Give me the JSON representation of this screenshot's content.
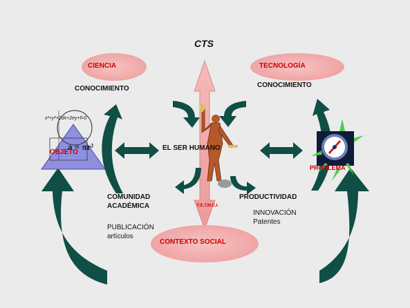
{
  "title": "CTS",
  "nodes": {
    "ciencia": "CIENCIA",
    "tecnologia": "TECNOLOGÍA",
    "contexto_social": "CONTEXTO SOCIAL",
    "objeto": "OBJETO",
    "problema": "PROBLEMA",
    "el_ser_humano": "EL SER HUMANO"
  },
  "labels": {
    "conocimiento_left": "CONOCIMIENTO",
    "conocimiento_right": "CONOCIMIENTO",
    "comunidad_line1": "COMUNIDAD",
    "comunidad_line2": "ACADÉMICA",
    "publicacion_line1": "PUBLICACIÓN",
    "publicacion_line2": "artículos",
    "productividad": "PRODUCTIVIDAD",
    "innovacion_line1": "INNOVACIÓN",
    "innovacion_line2": "Patentes",
    "fetmci": "F,E,T,M,C,I."
  },
  "equation": {
    "formula_top": "x²+y²+2dx+2ey+f=0",
    "formula_main": "a = πr²"
  },
  "colors": {
    "background": "#ebebeb",
    "pink": "#f2aaaa",
    "dark_teal": "#0f4f45",
    "red_label": "#cc0000",
    "triangle": "#8f8fe0"
  }
}
